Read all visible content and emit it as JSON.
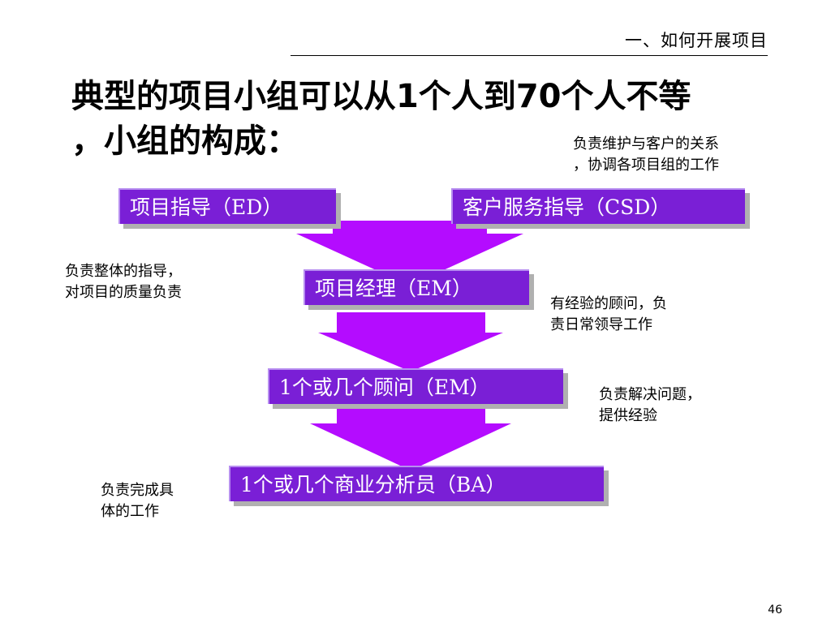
{
  "header": {
    "section_title": "一、如何开展项目"
  },
  "slide": {
    "title_line1": "典型的项目小组可以从1个人到70个人不等",
    "title_line2": "，小组的构成："
  },
  "roles": [
    {
      "label": "项目指导（ED）"
    },
    {
      "label": "客户服务指导（CSD）"
    },
    {
      "label": "项目经理（EM）"
    },
    {
      "label": "1个或几个顾问（EM）"
    },
    {
      "label": "1个或几个商业分析员（BA）"
    }
  ],
  "notes": {
    "csd": [
      "负责维护与客户的关系",
      "，协调各项目组的工作"
    ],
    "ed": [
      "负责整体的指导，",
      "对项目的质量负责"
    ],
    "em": [
      "有经验的顾问，负",
      "责日常领导工作"
    ],
    "consultant": [
      "负责解决问题，",
      "提供经验"
    ],
    "ba": [
      "负责完成具",
      "体的工作"
    ]
  },
  "colors": {
    "arrow": "#b40cff",
    "box": "#7a1fd6",
    "box_shadow": "#b0b0b0"
  },
  "page_number": "46"
}
